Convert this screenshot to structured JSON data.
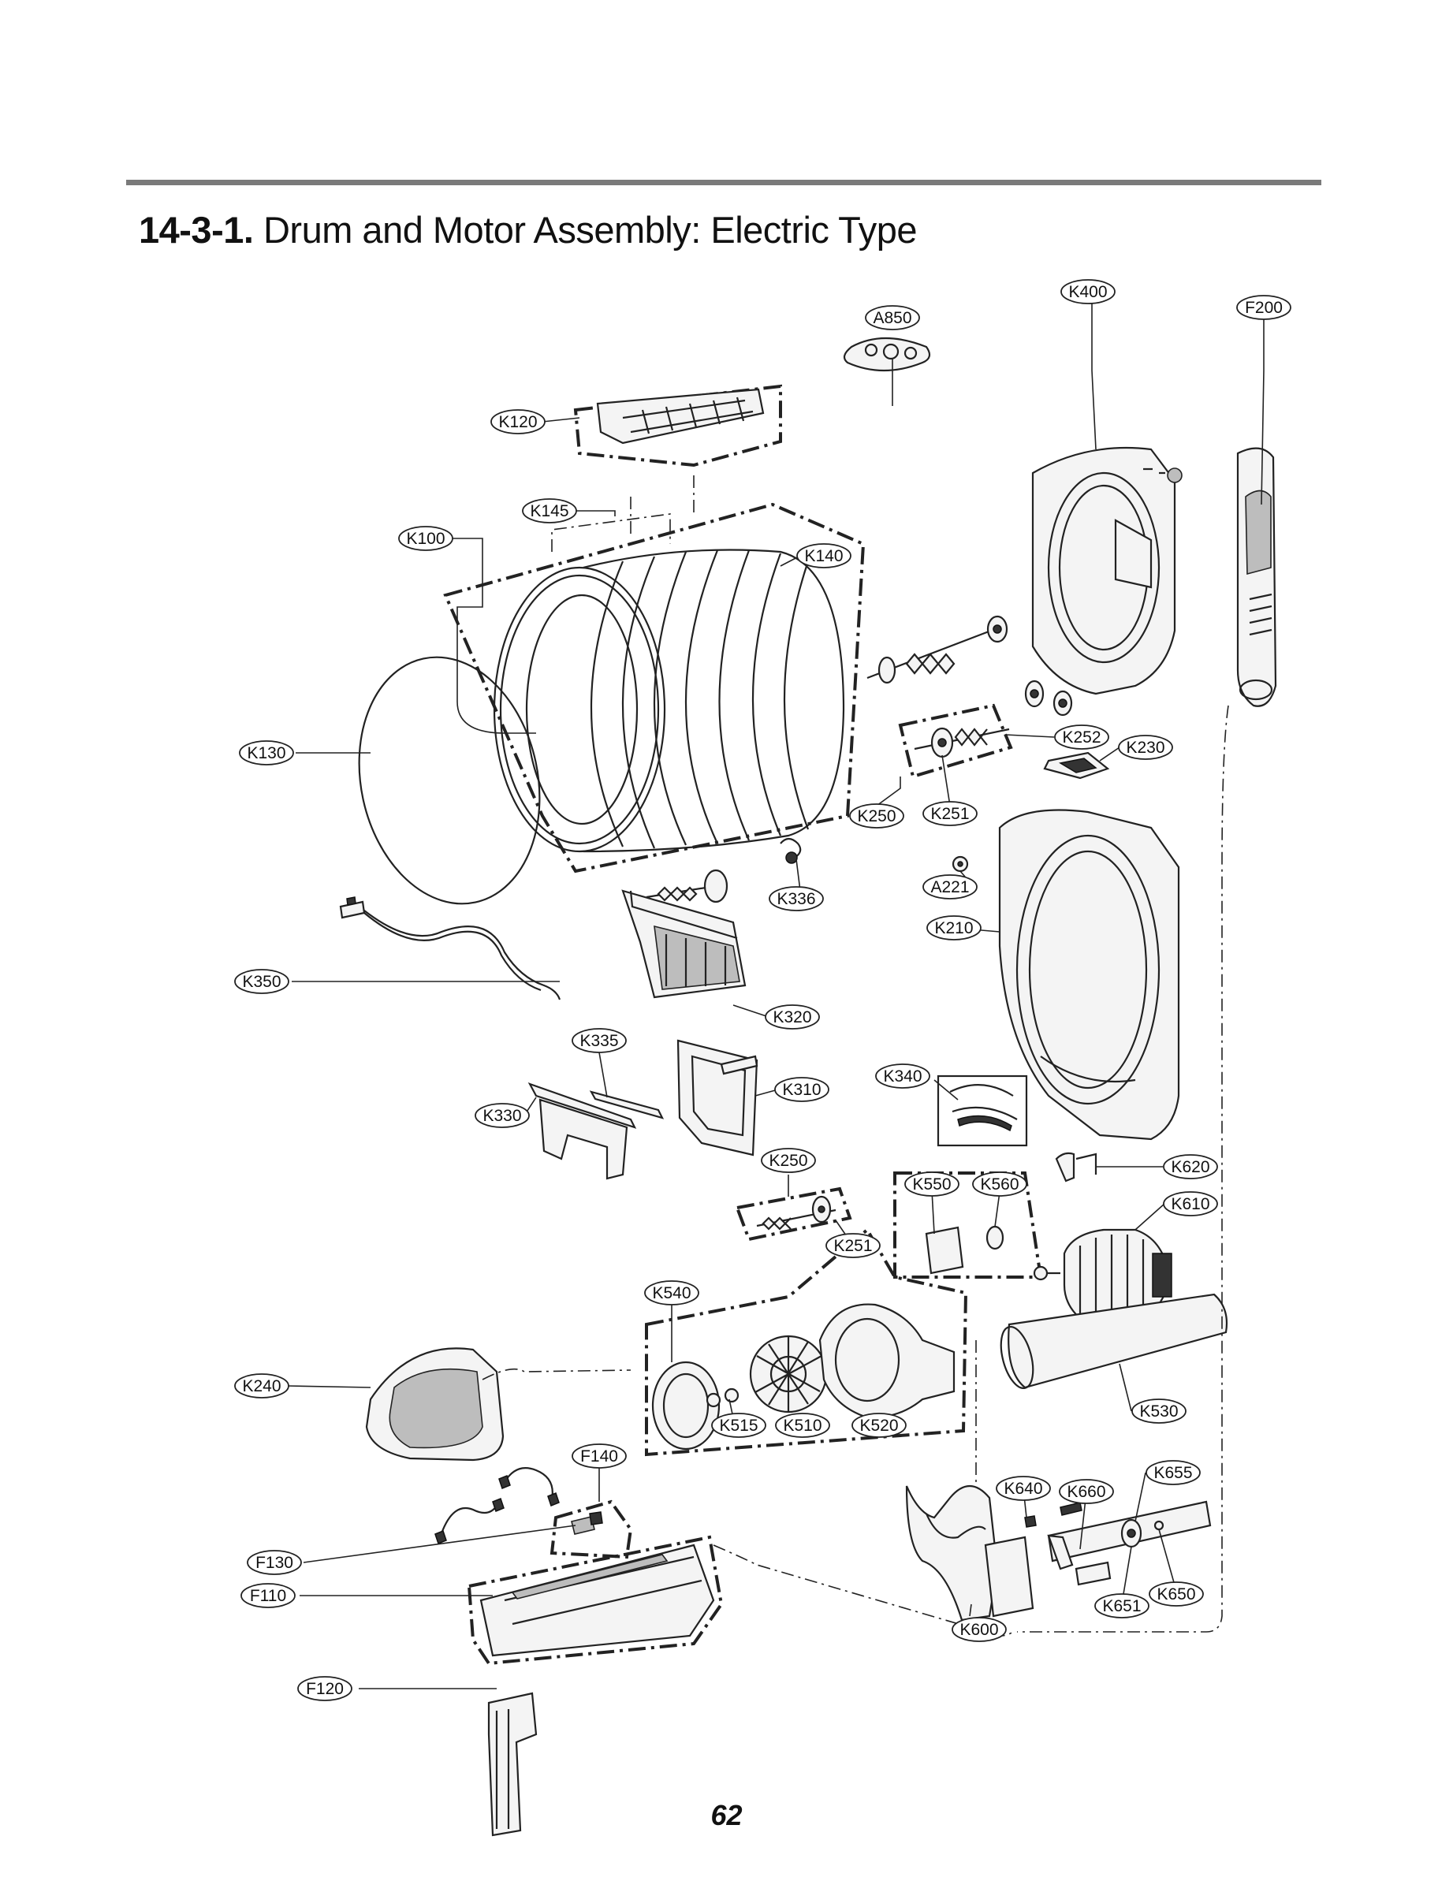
{
  "header": {
    "section_number": "14-3-1.",
    "title": "Drum and Motor Assembly: Electric Type"
  },
  "labels": [
    "K400",
    "F200",
    "A850",
    "K120",
    "K145",
    "K100",
    "K140",
    "K130",
    "K252",
    "K230",
    "K250",
    "K251",
    "A221",
    "K336",
    "K210",
    "K350",
    "K320",
    "K335",
    "K310",
    "K340",
    "K330",
    "K250",
    "K620",
    "K550",
    "K560",
    "K610",
    "K251",
    "K540",
    "K240",
    "K530",
    "K515",
    "K510",
    "K520",
    "F140",
    "K655",
    "K640",
    "K660",
    "F130",
    "F110",
    "K651",
    "K650",
    "K600",
    "F120"
  ],
  "page": {
    "number": "62"
  }
}
